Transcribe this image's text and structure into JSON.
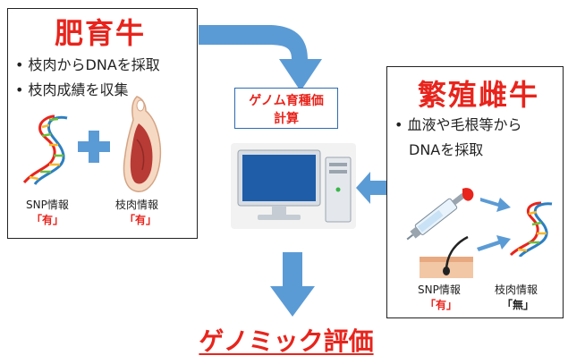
{
  "fattening": {
    "title": "肥育牛",
    "bullets": [
      "枝肉からDNAを採取",
      "枝肉成績を収集"
    ],
    "snp_label": "SNP情報",
    "snp_value": "「有」",
    "carcass_label": "枝肉情報",
    "carcass_value": "「有」"
  },
  "center": {
    "calc_line1": "ゲノム育種価",
    "calc_line2": "計算"
  },
  "breeding": {
    "title": "繁殖雌牛",
    "bullet_line1": "血液や毛根等から",
    "bullet_line2": "DNAを採取",
    "snp_label": "SNP情報",
    "snp_value": "「有」",
    "carcass_label": "枝肉情報",
    "carcass_value": "「無」"
  },
  "bottom_title": "ゲノミック評価",
  "colors": {
    "accent_red": "#e8241c",
    "arrow_blue": "#5b9bd5"
  }
}
